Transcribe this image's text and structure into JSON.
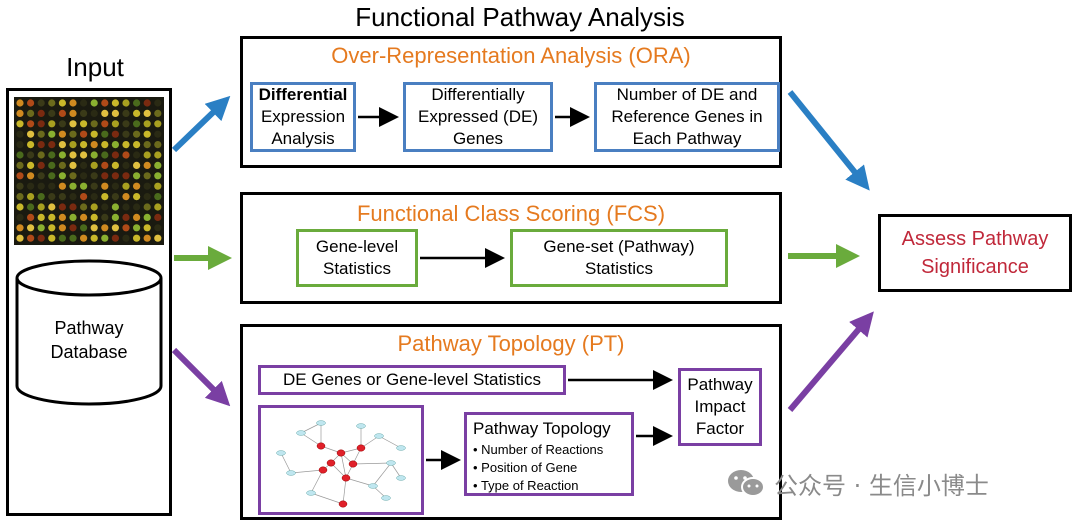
{
  "title": "Functional Pathway Analysis",
  "input": {
    "label": "Input",
    "database_label": "Pathway\nDatabase"
  },
  "ora": {
    "title": "Over-Representation Analysis (ORA)",
    "step1_bold": "Differential",
    "step1_rest": "Expression\nAnalysis",
    "step2": "Differentially\nExpressed (DE)\nGenes",
    "step3": "Number of DE and\nReference Genes in\nEach Pathway"
  },
  "fcs": {
    "title": "Functional Class Scoring (FCS)",
    "step1": "Gene-level\nStatistics",
    "step2": "Gene-set (Pathway)\nStatistics"
  },
  "pt": {
    "title": "Pathway Topology (PT)",
    "de_box": "DE Genes or Gene-level Statistics",
    "topology_title": "Pathway Topology",
    "bullets": [
      "Number of Reactions",
      "Position of Gene",
      "Type of Reaction"
    ],
    "impact": "Pathway\nImpact\nFactor"
  },
  "output": {
    "label": "Assess Pathway\nSignificance",
    "color": "#c0283a"
  },
  "colors": {
    "orange": "#e57a1f",
    "blue": "#4a7fc1",
    "green": "#6aab3c",
    "purple": "#7a3fa3",
    "arrow_blue": "#2a7fc4",
    "arrow_green": "#6aab3c",
    "arrow_purple": "#7a3fa3"
  },
  "watermark": "公众号 · 生信小博士"
}
